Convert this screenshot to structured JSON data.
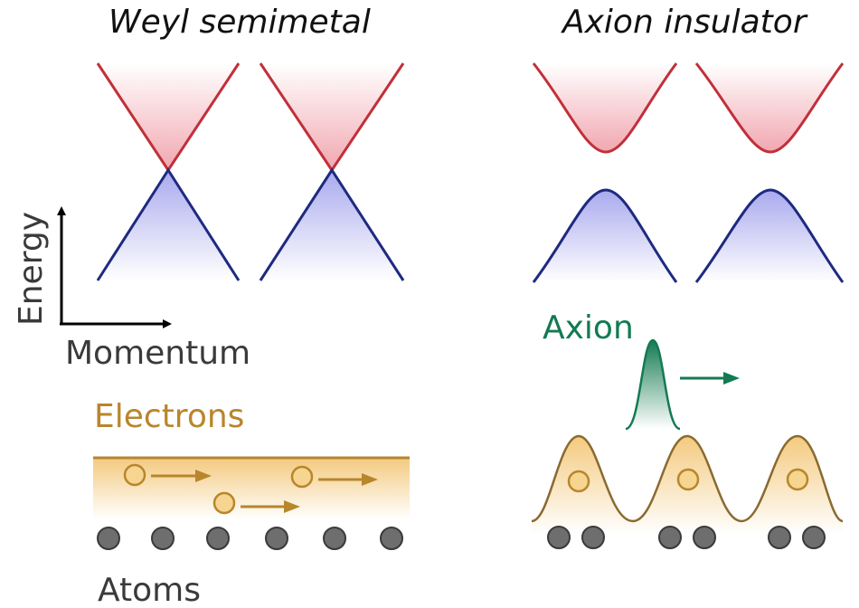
{
  "weyl": {
    "title": "Weyl semimetal",
    "axis_y": "Energy",
    "axis_x": "Momentum",
    "electrons_label": "Electrons",
    "atoms_label": "Atoms"
  },
  "axion_panel": {
    "title": "Axion insulator",
    "axion_label": "Axion"
  },
  "colors": {
    "conduction": "#c0303a",
    "valence": "#1e2a80",
    "conduction_fill": "#f3b8bf",
    "valence_fill": "#b8b8f0",
    "electron": "#b8862c",
    "electron_fill": "#f6d590",
    "axion": "#137a52",
    "atom": "#6e6e6e"
  }
}
